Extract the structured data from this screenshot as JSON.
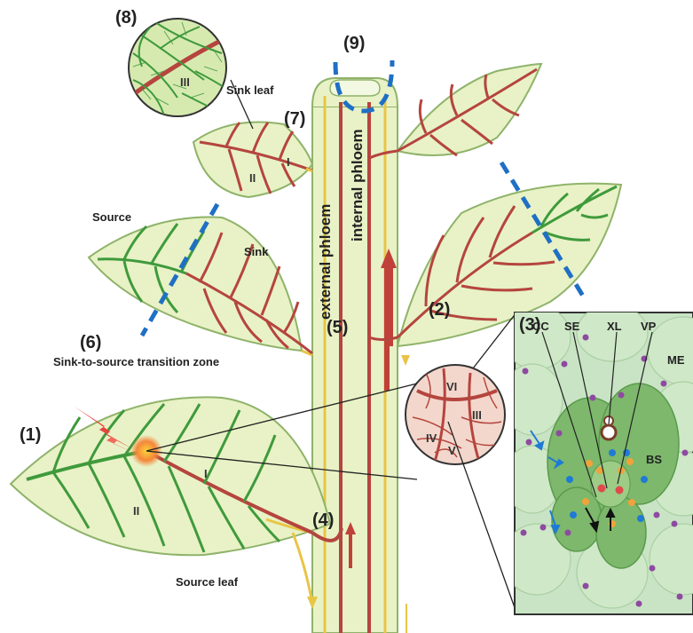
{
  "colors": {
    "background": "#ffffff",
    "leaf_fill": "#e8f2c6",
    "leaf_edge": "#8fb36a",
    "green_vein": "#3f9a3c",
    "red_vein": "#b5453e",
    "yellow_phloem": "#e8c545",
    "blue_dash": "#1f6fc4",
    "inset_bg": "#c9e4c5",
    "cell_fill": "#cfe8c8",
    "bs_fill": "#7db86c",
    "purple_dot": "#8e4aa0",
    "orange_dot": "#f2a23a",
    "blue_dot": "#1f7ad6",
    "red_dot": "#e04a4a"
  },
  "labels": {
    "n1": "(1)",
    "n2": "(2)",
    "n3": "(3)",
    "n4": "(4)",
    "n5": "(5)",
    "n6": "(6)",
    "n7": "(7)",
    "n8": "(8)",
    "n9": "(9)",
    "sink_leaf": "Sink leaf",
    "source": "Source",
    "sink": "Sink",
    "transition_zone": "Sink-to-source transition zone",
    "source_leaf": "Source leaf",
    "external_phloem": "external phloem",
    "internal_phloem": "internal phloem"
  },
  "vein_orders": {
    "source_I": "I",
    "source_II": "II",
    "sink_I": "I",
    "sink_II": "II",
    "zoom8_III": "III",
    "zoom2_VI": "VI",
    "zoom2_III": "III",
    "zoom2_IV": "IV",
    "zoom2_V": "V"
  },
  "inset": {
    "CC": "CC",
    "SE": "SE",
    "XL": "XL",
    "VP": "VP",
    "ME": "ME",
    "BS": "BS"
  }
}
